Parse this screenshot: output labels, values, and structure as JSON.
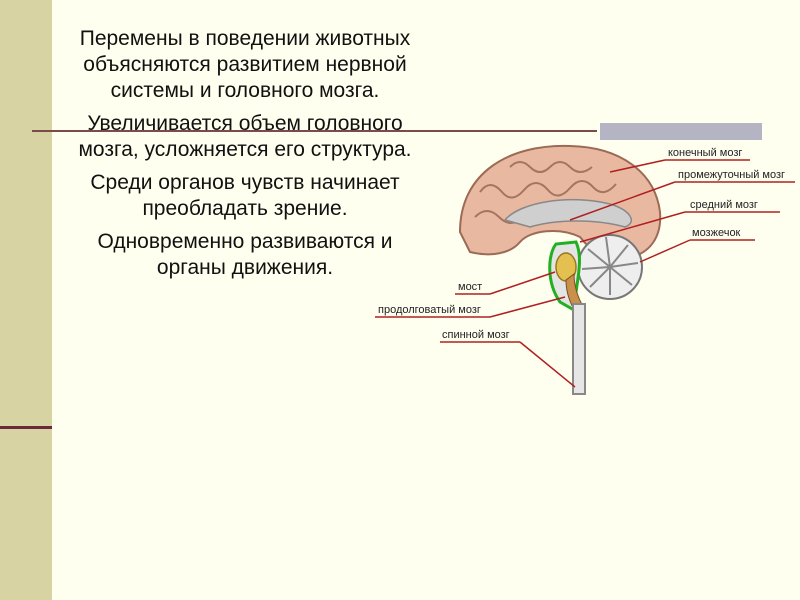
{
  "slide": {
    "paragraphs": [
      "Перемены в поведении животных объясняются развитием нервной системы и головного мозга.",
      "Увеличивается объем головного мозга, усложняется его структура.",
      "Среди органов чувств начинает преобладать зрение.",
      "Одновременно развиваются и органы движения."
    ]
  },
  "brain_labels": {
    "telencephalon": "конечный мозг",
    "diencephalon": "промежуточный мозг",
    "midbrain": "средний мозг",
    "cerebellum": "мозжечок",
    "pons": "мост",
    "medulla": "продолговатый мозг",
    "spinal_cord": "спинной мозг"
  }
}
